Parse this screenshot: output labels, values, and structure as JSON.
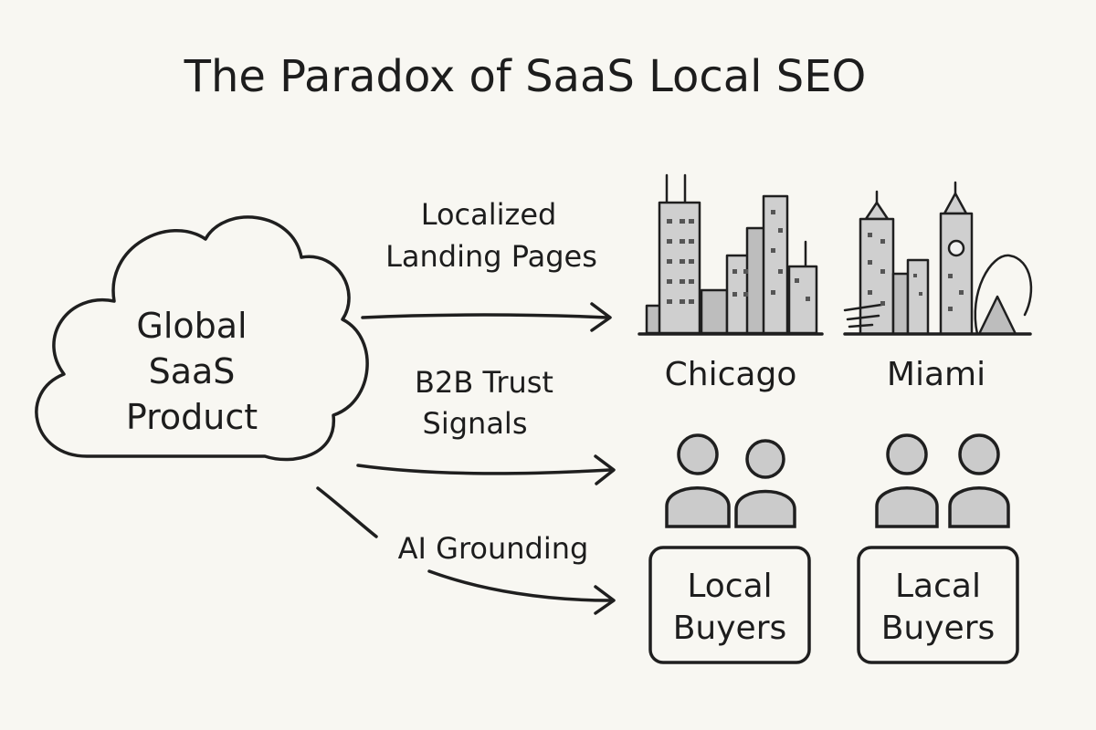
{
  "title": "The Paradox of SaaS Local SEO",
  "source": {
    "lines": [
      "Global",
      "SaaS",
      "Product"
    ]
  },
  "channels": [
    {
      "lines": [
        "Localized",
        "Landing Pages"
      ]
    },
    {
      "lines": [
        "B2B Trust",
        "Signals"
      ]
    },
    {
      "lines": [
        "AI Grounding"
      ]
    }
  ],
  "cities": [
    {
      "label": "Chicago",
      "icon": "chicago-skyline-icon"
    },
    {
      "label": "Miami",
      "icon": "miami-skyline-icon"
    }
  ],
  "buyer_groups": [
    {
      "lines": [
        "Local",
        "Buyers"
      ],
      "icon": "people-icon"
    },
    {
      "lines": [
        "Lacal",
        "Buyers"
      ],
      "icon": "people-icon"
    }
  ],
  "colors": {
    "ink": "#1f1f1f",
    "background": "#f8f7f2",
    "fill": "#cbcbcb"
  }
}
